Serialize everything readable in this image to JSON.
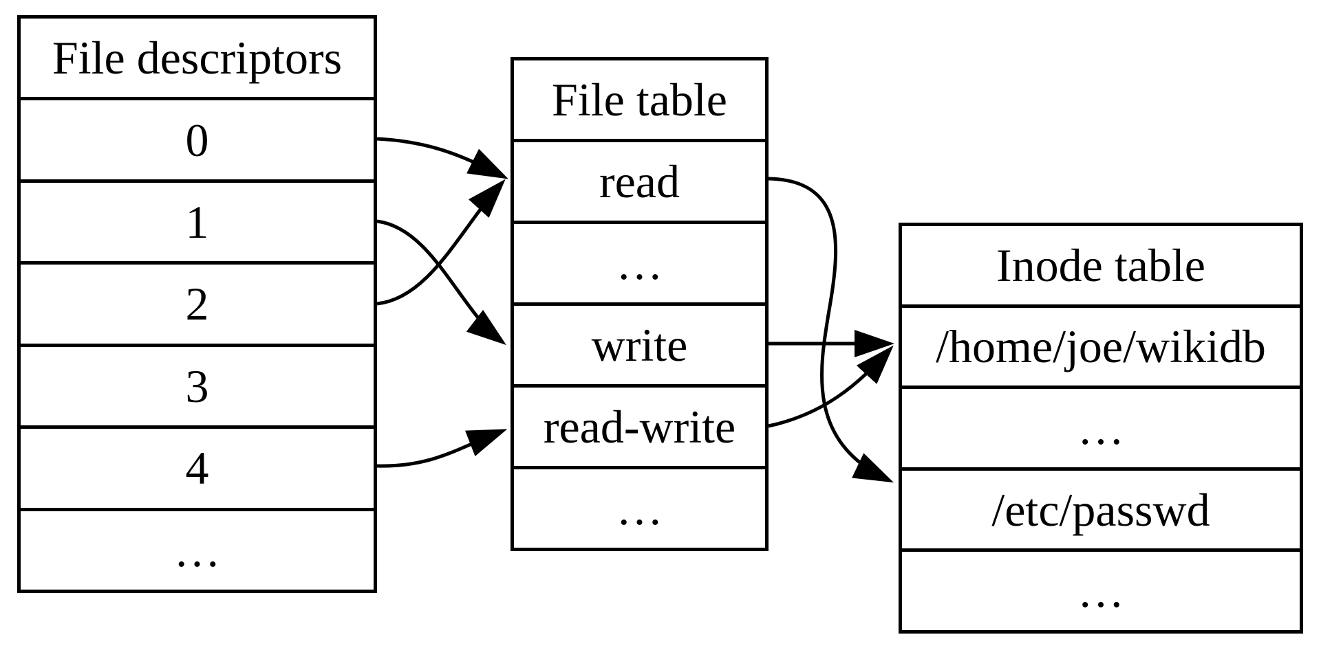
{
  "diagram": {
    "colors": {
      "background": "#ffffff",
      "line": "#000000"
    },
    "tables": {
      "file_descriptors": {
        "title": "File descriptors",
        "rows": [
          "0",
          "1",
          "2",
          "3",
          "4",
          "…"
        ]
      },
      "file_table": {
        "title": "File table",
        "rows": [
          "read",
          "…",
          "write",
          "read-write",
          "…"
        ]
      },
      "inode_table": {
        "title": "Inode table",
        "rows": [
          "/home/joe/wikidb",
          "…",
          "/etc/passwd",
          "…"
        ]
      }
    },
    "arrows": [
      {
        "name": "fd0-to-read",
        "from": "file-descriptor-0",
        "to": "file-table-read"
      },
      {
        "name": "fd1-to-write",
        "from": "file-descriptor-1",
        "to": "file-table-write"
      },
      {
        "name": "fd2-to-read",
        "from": "file-descriptor-2",
        "to": "file-table-read"
      },
      {
        "name": "fd4-to-read-write",
        "from": "file-descriptor-4",
        "to": "file-table-read-write"
      },
      {
        "name": "read-to-etc-passwd",
        "from": "file-table-read",
        "to": "inode-etc-passwd"
      },
      {
        "name": "write-to-home-joe-wikidb",
        "from": "file-table-write",
        "to": "inode-home-joe-wikidb"
      },
      {
        "name": "read-write-to-home-joe-wikidb",
        "from": "file-table-read-write",
        "to": "inode-home-joe-wikidb"
      }
    ]
  }
}
